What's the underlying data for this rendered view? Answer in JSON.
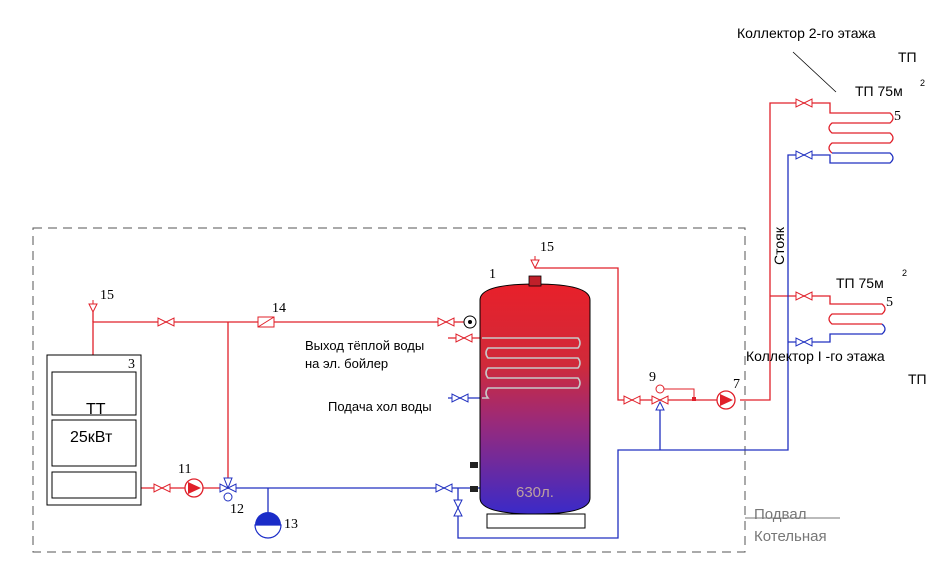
{
  "labels": {
    "collector2_line1": "Коллектор 2-го этажа",
    "collector2_line2": "ТП",
    "floor_heating_upper": "ТП 75м",
    "floor_heating_lower": "ТП 75м",
    "area_sup": "2",
    "riser": "Стояк",
    "collector1_line1": "Коллектор I -го этажа",
    "collector1_line2": "ТП",
    "hot_water_out_line1": "Выход тёплой воды",
    "hot_water_out_line2": "на эл. бойлер",
    "cold_water_in": "Подача хол воды",
    "boiler_name": "ТТ",
    "boiler_power": "25кВт",
    "tank_volume": "630л.",
    "basement_line1": "Подвал",
    "basement_line2": "Котельная"
  },
  "numbers": {
    "tank": "1",
    "boiler": "3",
    "floor_loop": "5",
    "pump": "7",
    "mixing_valve": "9",
    "boiler_pump": "11",
    "check": "12",
    "expansion_tank": "13",
    "valve": "14",
    "air_vent": "15"
  },
  "colors": {
    "supply": "#e0202a",
    "return": "#2030c0",
    "frame": "#555555"
  }
}
